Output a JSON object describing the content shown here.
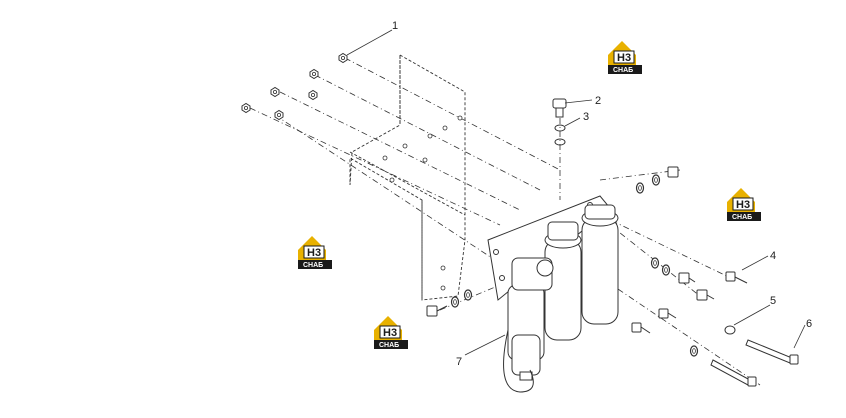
{
  "callouts": [
    {
      "id": "1",
      "label": "1"
    },
    {
      "id": "2",
      "label": "2"
    },
    {
      "id": "3",
      "label": "3"
    },
    {
      "id": "4",
      "label": "4"
    },
    {
      "id": "5",
      "label": "5"
    },
    {
      "id": "6",
      "label": "6"
    },
    {
      "id": "7",
      "label": "7"
    }
  ],
  "watermark": {
    "top": "H3",
    "bottom": "CHAБ"
  },
  "colors": {
    "line": "#333333",
    "logo_gold": "#e8b100",
    "logo_dark": "#1a1a1a"
  }
}
